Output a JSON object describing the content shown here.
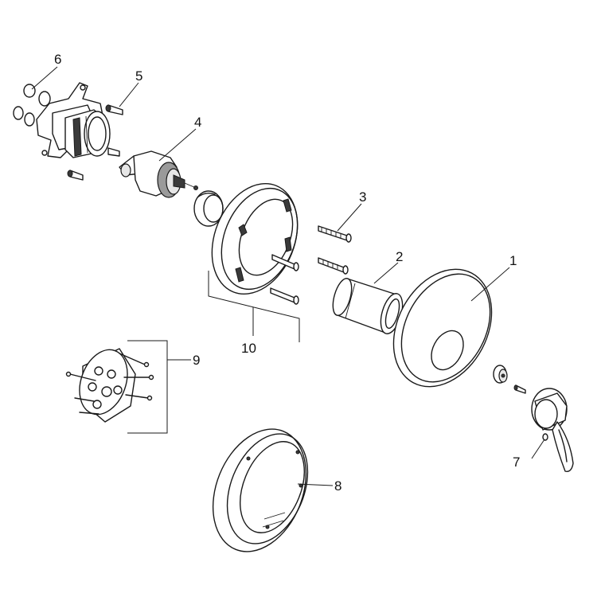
{
  "diagram": {
    "callouts": [
      {
        "id": "c1",
        "label": "1"
      },
      {
        "id": "c2",
        "label": "2"
      },
      {
        "id": "c3",
        "label": "3"
      },
      {
        "id": "c4",
        "label": "4"
      },
      {
        "id": "c5",
        "label": "5"
      },
      {
        "id": "c6",
        "label": "6"
      },
      {
        "id": "c7",
        "label": "7"
      },
      {
        "id": "c8",
        "label": "8"
      },
      {
        "id": "c9",
        "label": "9"
      },
      {
        "id": "c10",
        "label": "10"
      }
    ]
  }
}
